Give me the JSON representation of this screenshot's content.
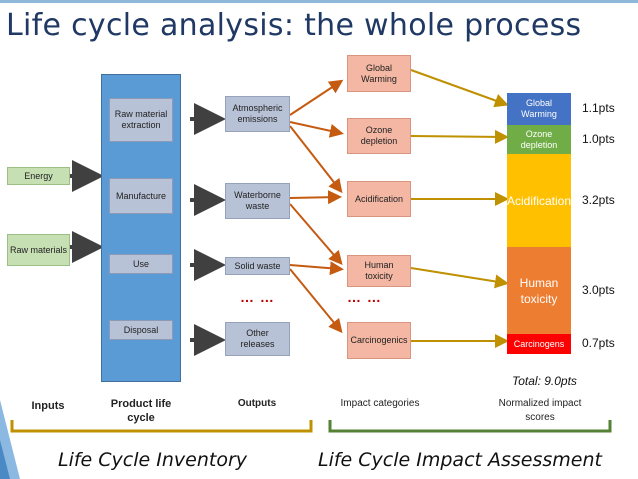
{
  "title": "Life cycle analysis: the whole process",
  "inputs": {
    "energy": "Energy",
    "raw_materials": "Raw materials"
  },
  "product_life_cycle": {
    "stages": [
      "Raw material extraction",
      "Manufacture",
      "Use",
      "Disposal"
    ]
  },
  "outputs": {
    "items": [
      "Atmospheric emissions",
      "Waterborne waste",
      "Solid waste",
      "Other releases"
    ],
    "ellipsis": "… …"
  },
  "impact_categories": {
    "items": [
      "Global Warming",
      "Ozone depletion",
      "Acidification",
      "Human toxicity",
      "Carcinogenics"
    ],
    "ellipsis": "… …"
  },
  "normalized_scores": {
    "items": [
      {
        "label": "Global Warming",
        "pts": "1.1pts",
        "value": 1.1,
        "color": "#4472c4"
      },
      {
        "label": "Ozone depletion",
        "pts": "1.0pts",
        "value": 1.0,
        "color": "#70ad47"
      },
      {
        "label": "Acidification",
        "pts": "3.2pts",
        "value": 3.2,
        "color": "#ffc000"
      },
      {
        "label": "Human toxicity",
        "pts": "3.0pts",
        "value": 3.0,
        "color": "#ed7d31"
      },
      {
        "label": "Carcinogens",
        "pts": "0.7pts",
        "value": 0.7,
        "color": "#ff0000"
      }
    ],
    "total": "Total: 9.0pts"
  },
  "column_labels": {
    "inputs": "Inputs",
    "product_life_cycle": "Product life cycle",
    "outputs": "Outputs",
    "impact_categories": "Impact categories",
    "normalized": "Normalized impact scores"
  },
  "bottom": {
    "inventory": "Life Cycle Inventory",
    "assessment": "Life Cycle Impact Assessment"
  },
  "colors": {
    "title": "#1f3864",
    "inventory_brace": "#bf9000",
    "assessment_brace": "#548235",
    "outputs_arrow": "#c55a11",
    "impact_arrow": "#bf9000",
    "process_column": "#5b9bd5"
  }
}
